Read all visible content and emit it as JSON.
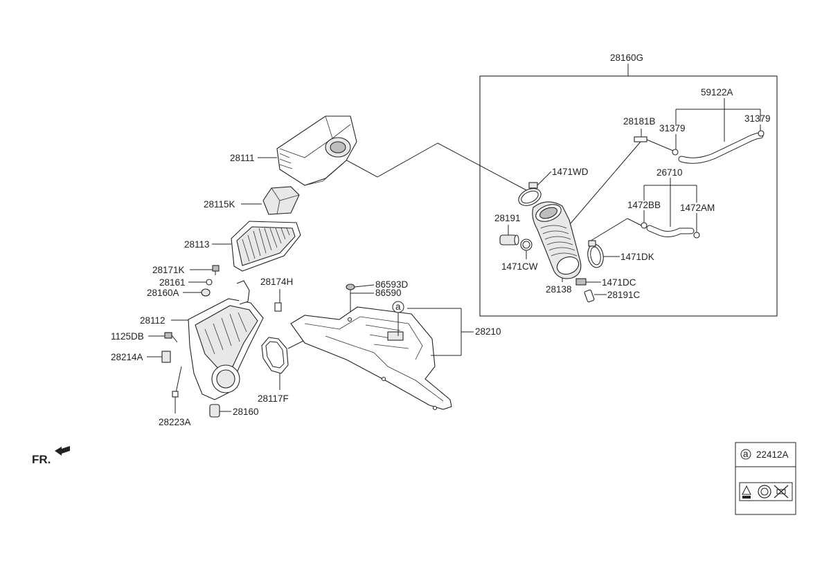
{
  "diagram": {
    "front_indicator": "FR.",
    "legend": {
      "symbol": "a",
      "part": "22412A"
    },
    "labels": {
      "p28160G": "28160G",
      "p59122A": "59122A",
      "p28181B": "28181B",
      "p31379a": "31379",
      "p31379b": "31379",
      "p1471WD": "1471WD",
      "p26710": "26710",
      "p1472BB": "1472BB",
      "p1472AM": "1472AM",
      "p28191": "28191",
      "p1471DK": "1471DK",
      "p1471CW": "1471CW",
      "p28138": "28138",
      "p1471DC": "1471DC",
      "p28191C": "28191C",
      "p28111": "28111",
      "p28115K": "28115K",
      "p28113": "28113",
      "p28171K": "28171K",
      "p28161": "28161",
      "p28160A": "28160A",
      "p28174H": "28174H",
      "p86593D": "86593D",
      "p86590": "86590",
      "p28112": "28112",
      "p1125DB": "1125DB",
      "p28214A": "28214A",
      "p28210": "28210",
      "p28117F": "28117F",
      "p28223A": "28223A",
      "p28160": "28160",
      "callout_a": "a"
    }
  }
}
